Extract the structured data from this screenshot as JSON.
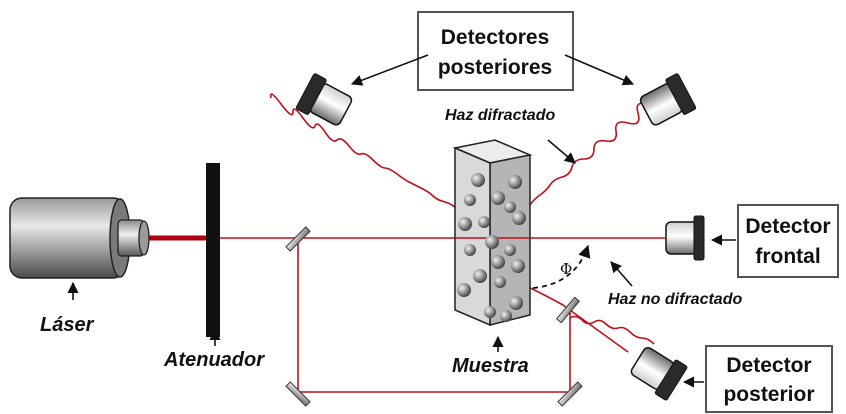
{
  "title": "",
  "labels": {
    "detectores_posteriores": [
      "Detectores",
      "posteriores"
    ],
    "haz_difractado": "Haz difractado",
    "detector_frontal": [
      "Detector",
      "frontal"
    ],
    "haz_no_difractado": "Haz no difractado",
    "detector_posterior": [
      "Detector",
      "posterior"
    ],
    "laser": "Láser",
    "atenuador": "Atenuador",
    "muestra": "Muestra",
    "angle_symbol": "Φ"
  },
  "colors": {
    "beam": "#c0101a",
    "outline": "#111111",
    "box_border": "#555555",
    "sample_fill": "#d9d9d9",
    "particle": "#8c8c8c"
  },
  "icons": [
    "laser-device-icon",
    "attenuator-plate-icon",
    "mirror-icon",
    "detector-icon",
    "sample-cuboid-icon",
    "particle-icon",
    "arrow-icon"
  ]
}
